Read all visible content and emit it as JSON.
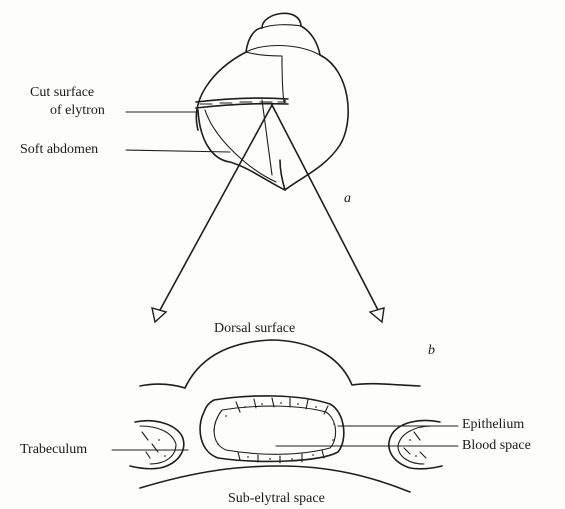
{
  "panel_a": {
    "label": "a",
    "labels": {
      "cut_surface": [
        "Cut surface",
        "of elytron"
      ],
      "soft_abdomen": "Soft abdomen"
    }
  },
  "panel_b": {
    "label": "b",
    "labels": {
      "dorsal_surface": "Dorsal surface",
      "epithelium": "Epithelium",
      "blood_space": "Blood space",
      "trabeculum": "Trabeculum",
      "sub_elytral_space": "Sub-elytral space"
    }
  }
}
